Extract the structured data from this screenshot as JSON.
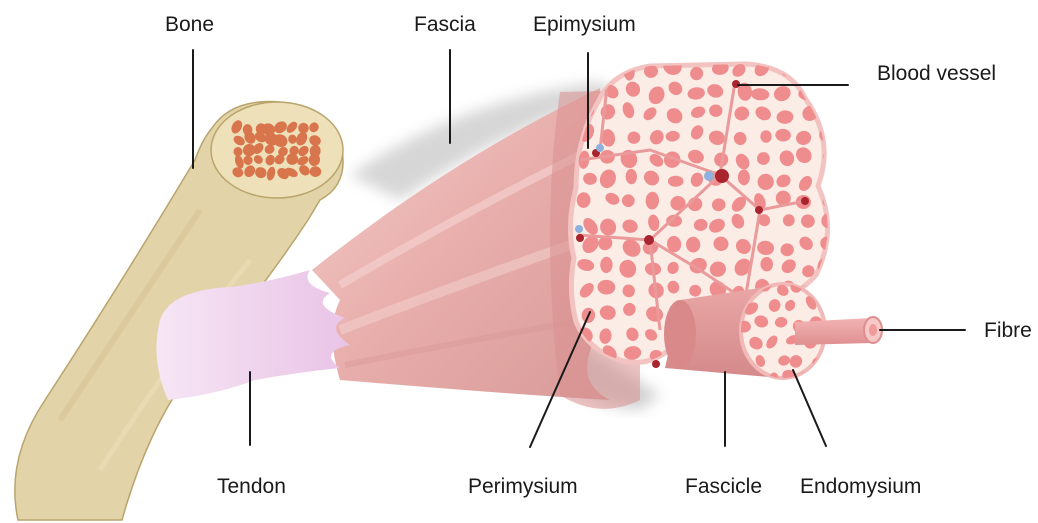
{
  "labels": {
    "bone": "Bone",
    "fascia": "Fascia",
    "epimysium": "Epimysium",
    "blood_vessel": "Blood vessel",
    "fibre": "Fibre",
    "tendon": "Tendon",
    "perimysium": "Perimysium",
    "fascicle": "Fascicle",
    "endomysium": "Endomysium"
  },
  "colors": {
    "bone": "#e3d3a8",
    "bone_outline": "#b9a46c",
    "marrow": "#d9754d",
    "muscle": "#e6aaa7",
    "tendon": "#f0d6ee",
    "cross_section_bg": "#fbece6",
    "fibre": "#ef8c8d",
    "vessel_red": "#a8242e",
    "vessel_blue": "#8fb1dc"
  }
}
